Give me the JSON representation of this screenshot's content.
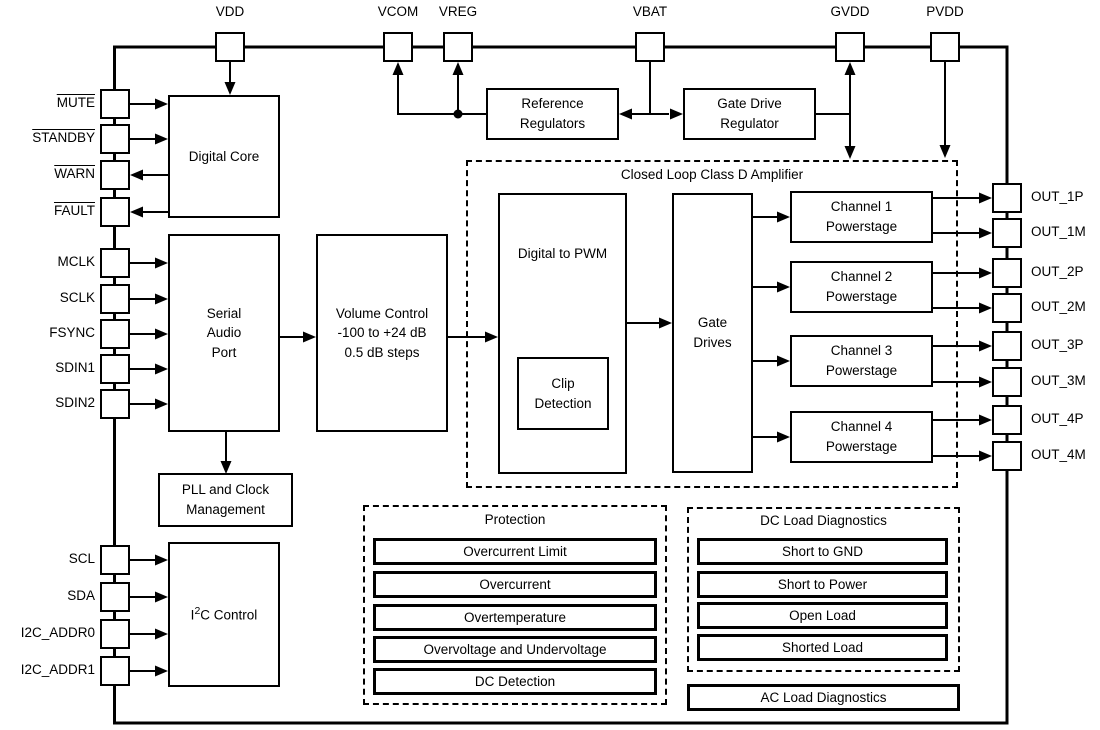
{
  "colors": {
    "ink": "#000000",
    "background": "#ffffff"
  },
  "pins": {
    "top": [
      {
        "label": "VDD"
      },
      {
        "label": "VCOM"
      },
      {
        "label": "VREG"
      },
      {
        "label": "VBAT"
      },
      {
        "label": "GVDD"
      },
      {
        "label": "PVDD"
      }
    ],
    "left": [
      {
        "label": "MUTE",
        "active_low": true
      },
      {
        "label": "STANDBY",
        "active_low": true
      },
      {
        "label": "WARN",
        "active_low": true
      },
      {
        "label": "FAULT",
        "active_low": true
      },
      {
        "label": "MCLK"
      },
      {
        "label": "SCLK"
      },
      {
        "label": "FSYNC"
      },
      {
        "label": "SDIN1"
      },
      {
        "label": "SDIN2"
      },
      {
        "label": "SCL"
      },
      {
        "label": "SDA"
      },
      {
        "label": "I2C_ADDR0"
      },
      {
        "label": "I2C_ADDR1"
      }
    ],
    "right": [
      {
        "label": "OUT_1P"
      },
      {
        "label": "OUT_1M"
      },
      {
        "label": "OUT_2P"
      },
      {
        "label": "OUT_2M"
      },
      {
        "label": "OUT_3P"
      },
      {
        "label": "OUT_3M"
      },
      {
        "label": "OUT_4P"
      },
      {
        "label": "OUT_4M"
      }
    ]
  },
  "blocks": {
    "digital_core": {
      "label": "Digital Core"
    },
    "serial_audio_port": {
      "line1": "Serial",
      "line2": "Audio",
      "line3": "Port"
    },
    "volume_control": {
      "line1": "Volume Control",
      "line2": "-100 to +24 dB",
      "line3": "0.5 dB steps"
    },
    "pll": {
      "line1": "PLL and Clock",
      "line2": "Management"
    },
    "i2c_control": {
      "prefix": "I",
      "sup": "2",
      "suffix": "C Control"
    },
    "reference_regulators": {
      "line1": "Reference",
      "line2": "Regulators"
    },
    "gate_drive_regulator": {
      "line1": "Gate Drive",
      "line2": "Regulator"
    },
    "digital_to_pwm": {
      "label": "Digital to PWM"
    },
    "clip_detection": {
      "line1": "Clip",
      "line2": "Detection"
    },
    "gate_drives": {
      "line1": "Gate",
      "line2": "Drives"
    }
  },
  "channels": [
    {
      "line1": "Channel 1",
      "line2": "Powerstage"
    },
    {
      "line1": "Channel 2",
      "line2": "Powerstage"
    },
    {
      "line1": "Channel 3",
      "line2": "Powerstage"
    },
    {
      "line1": "Channel 4",
      "line2": "Powerstage"
    }
  ],
  "groups": {
    "class_d": {
      "title": "Closed Loop Class D Amplifier"
    },
    "protection": {
      "title": "Protection",
      "items": [
        "Overcurrent Limit",
        "Overcurrent",
        "Overtemperature",
        "Overvoltage and Undervoltage",
        "DC Detection"
      ]
    },
    "dc_load": {
      "title": "DC Load Diagnostics",
      "items": [
        "Short to GND",
        "Short to Power",
        "Open Load",
        "Shorted Load"
      ]
    },
    "ac_load": {
      "label": "AC Load Diagnostics"
    }
  }
}
